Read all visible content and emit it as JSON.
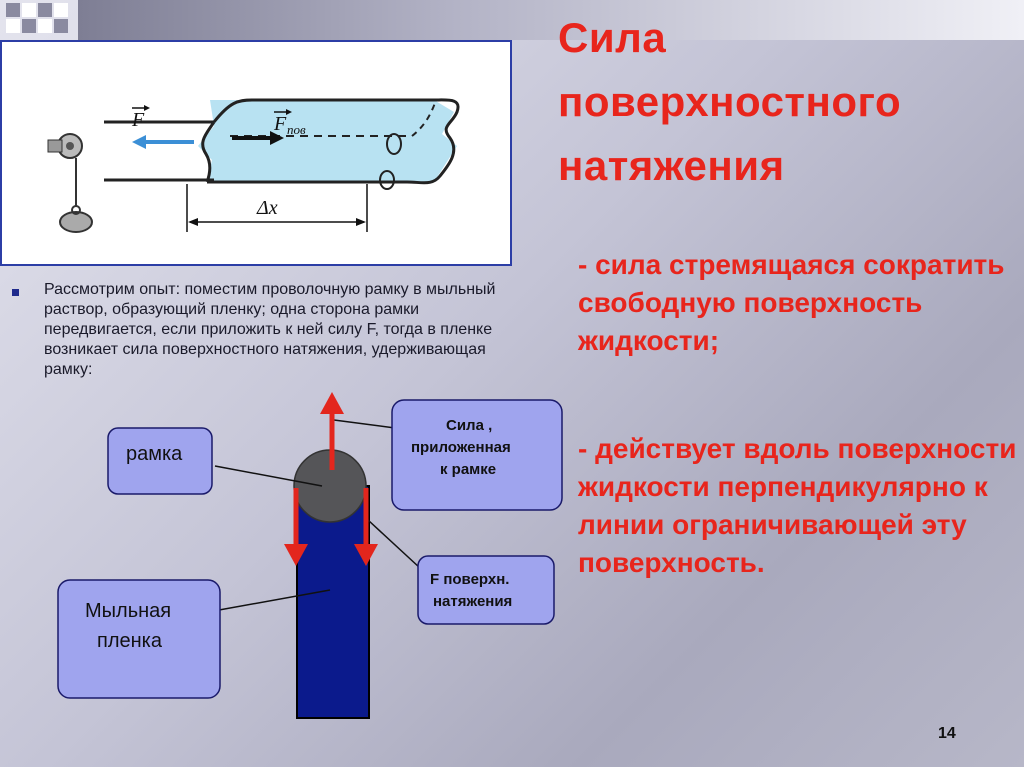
{
  "slide": {
    "title": "Сила поверхностного натяжения",
    "definition_1": "- сила стремящаяся сократить свободную поверхность жидкости;",
    "definition_2": "- действует вдоль поверхности жидкости перпендикулярно к линии ограничивающей эту поверхность.",
    "body_text": "Рассмотрим опыт: поместим проволочную рамку в мыльный раствор, образующий пленку; одна сторона рамки передвигается, если приложить к ней силу F, тогда  в пленке возникает сила поверхностного натяжения, удерживающая рамку:",
    "page_number": "14"
  },
  "figure": {
    "label_F": "F",
    "label_F_pov": "F",
    "label_F_pov_sub": "пов",
    "label_dx": "Δx"
  },
  "callouts": {
    "frame": "рамка",
    "film_line1": "Мыльная",
    "film_line2": "пленка",
    "applied_line1": "Сила ,",
    "applied_line2": "приложенная",
    "applied_line3": "к рамке",
    "tension_line1": "F поверхн.",
    "tension_line2": "натяжения"
  },
  "colors": {
    "title_red": "#e8251c",
    "film_blue": "#0b1a8c",
    "callout_fill": "#9fa4ee",
    "arrow_red": "#e3261d"
  }
}
